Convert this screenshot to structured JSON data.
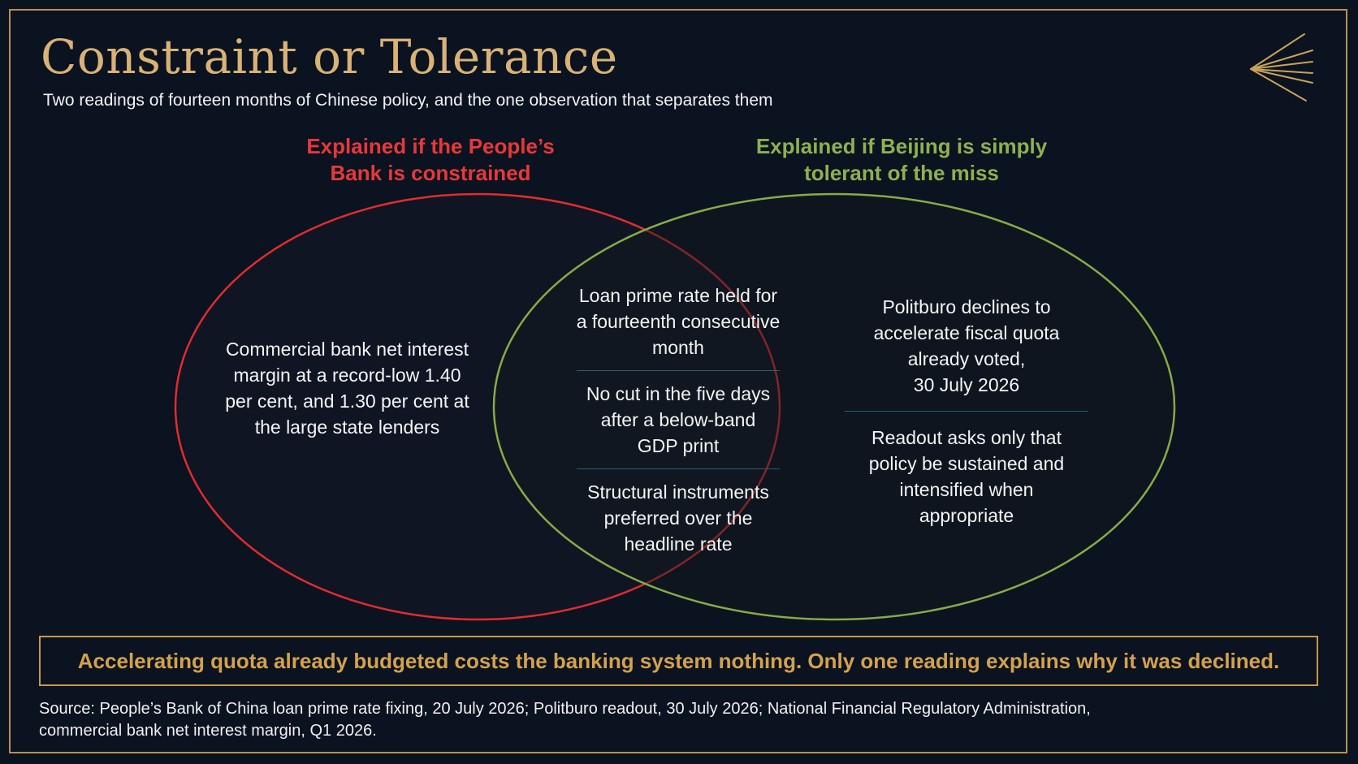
{
  "title": "Constraint or Tolerance",
  "subtitle": "Two readings of fourteen months of Chinese policy, and the one observation that separates them",
  "sets": {
    "left": {
      "label": "Explained if the People’s\nBank is constrained",
      "color": "#e8383a"
    },
    "right": {
      "label": "Explained if Beijing is simply\ntolerant of the miss",
      "color": "#8db14f"
    }
  },
  "regions": {
    "left_only": [
      "Commercial bank net interest margin at a record-low 1.40 per cent, and 1.30 per cent at the large state lenders"
    ],
    "overlap": [
      "Loan prime rate held for\na fourteenth consecutive\nmonth",
      "No cut in the five days\nafter a below-band\nGDP print",
      "Structural instruments\npreferred over the\nheadline rate"
    ],
    "right_only": [
      "Politburo declines to\naccelerate fiscal quota\nalready voted,\n30 July 2026",
      "Readout asks only that\npolicy be sustained and\nintensified when\nappropriate"
    ]
  },
  "conclusion": "Accelerating quota already budgeted costs the banking system nothing. Only one reading explains why it was declined.",
  "source": "Source: People’s Bank of China loan prime rate fixing, 20 July 2026; Politburo readout, 30 July 2026; National Financial Regulatory Administration, commercial bank net interest margin, Q1 2026.",
  "logo": {
    "icon": "gold-rays-fan-icon"
  },
  "colors": {
    "background": "#0b1220",
    "frame": "#b8924f",
    "title": "#d9b275",
    "accent": "#d4a24c",
    "divider": "#2c5f70"
  }
}
